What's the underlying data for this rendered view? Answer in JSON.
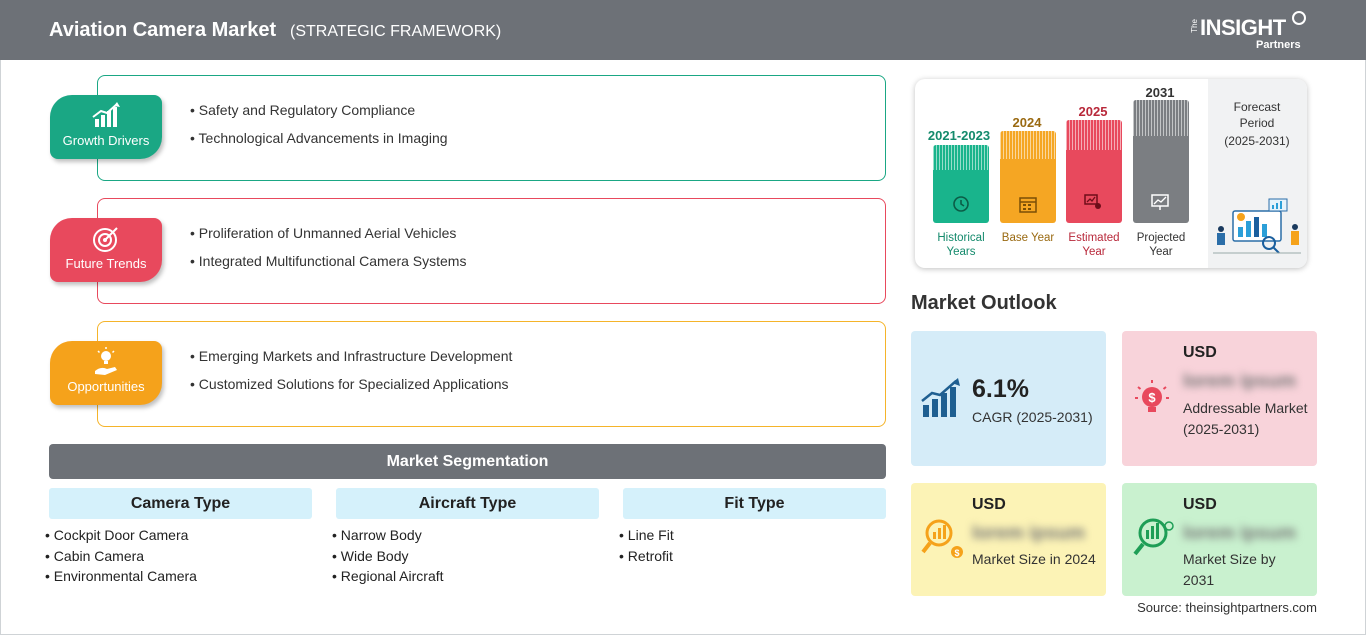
{
  "header": {
    "title": "Aviation Camera Market",
    "subtitle": "(STRATEGIC FRAMEWORK)",
    "logo": {
      "the": "The",
      "insight": "INSIGHT",
      "partners": "Partners"
    }
  },
  "framework": [
    {
      "label": "Growth Drivers",
      "color": "#1aa784",
      "border": "#1aa784",
      "icon": "growth-chart-icon",
      "items": [
        "Safety and Regulatory Compliance",
        "Technological Advancements in Imaging"
      ]
    },
    {
      "label": "Future Trends",
      "color": "#e8495d",
      "border": "#e8495d",
      "icon": "target-icon",
      "items": [
        "Proliferation of Unmanned Aerial Vehicles",
        "Integrated Multifunctional Camera Systems"
      ]
    },
    {
      "label": "Opportunities",
      "color": "#f5a21b",
      "border": "#f5b42a",
      "icon": "lightbulb-hand-icon",
      "items": [
        "Emerging Markets and Infrastructure Development",
        "Customized Solutions for Specialized Applications"
      ]
    }
  ],
  "segmentation": {
    "title": "Market Segmentation",
    "columns": [
      {
        "head": "Camera Type",
        "items": [
          "Cockpit Door Camera",
          "Cabin Camera",
          "Environmental Camera"
        ]
      },
      {
        "head": "Aircraft Type",
        "items": [
          "Narrow Body",
          "Wide Body",
          "Regional Aircraft"
        ]
      },
      {
        "head": "Fit Type",
        "items": [
          "Line Fit",
          "Retrofit"
        ]
      }
    ]
  },
  "timeline": {
    "periods": [
      {
        "year": "2021-2023",
        "label": "Historical Years",
        "color": "#19b48c",
        "year_color": "#148a6c",
        "icon": "history-icon"
      },
      {
        "year": "2024",
        "label": "Base Year",
        "color": "#f5a623",
        "year_color": "#9a6a12",
        "icon": "calendar-icon"
      },
      {
        "year": "2025",
        "label": "Estimated Year",
        "color": "#e8495d",
        "year_color": "#b8283a",
        "icon": "estimate-icon"
      },
      {
        "year": "2031",
        "label": "Projected Year",
        "color": "#7b7e82",
        "year_color": "#333333",
        "icon": "projection-icon"
      }
    ],
    "forecast": {
      "title": "Forecast Period",
      "range": "(2025-2031)"
    }
  },
  "outlook": {
    "title": "Market Outlook",
    "cagr": {
      "value": "6.1%",
      "label": "CAGR (2025-2031)",
      "bg": "#d5ecf8",
      "icon": "growth-chart-icon"
    },
    "addressable": {
      "usd": "USD",
      "value": "lorem ipsum",
      "label": "Addressable Market (2025-2031)",
      "bg": "#f8d3da",
      "icon": "dollar-bulb-icon"
    },
    "size_2024": {
      "usd": "USD",
      "value": "lorem ipsum",
      "label": "Market Size in 2024",
      "bg": "#fcf3b6",
      "icon": "money-magnifier-icon"
    },
    "size_2031": {
      "usd": "USD",
      "value": "lorem ipsum",
      "label": "Market Size by 2031",
      "bg": "#c9f1cf",
      "icon": "chart-magnifier-icon"
    }
  },
  "source": "Source: theinsightpartners.com"
}
